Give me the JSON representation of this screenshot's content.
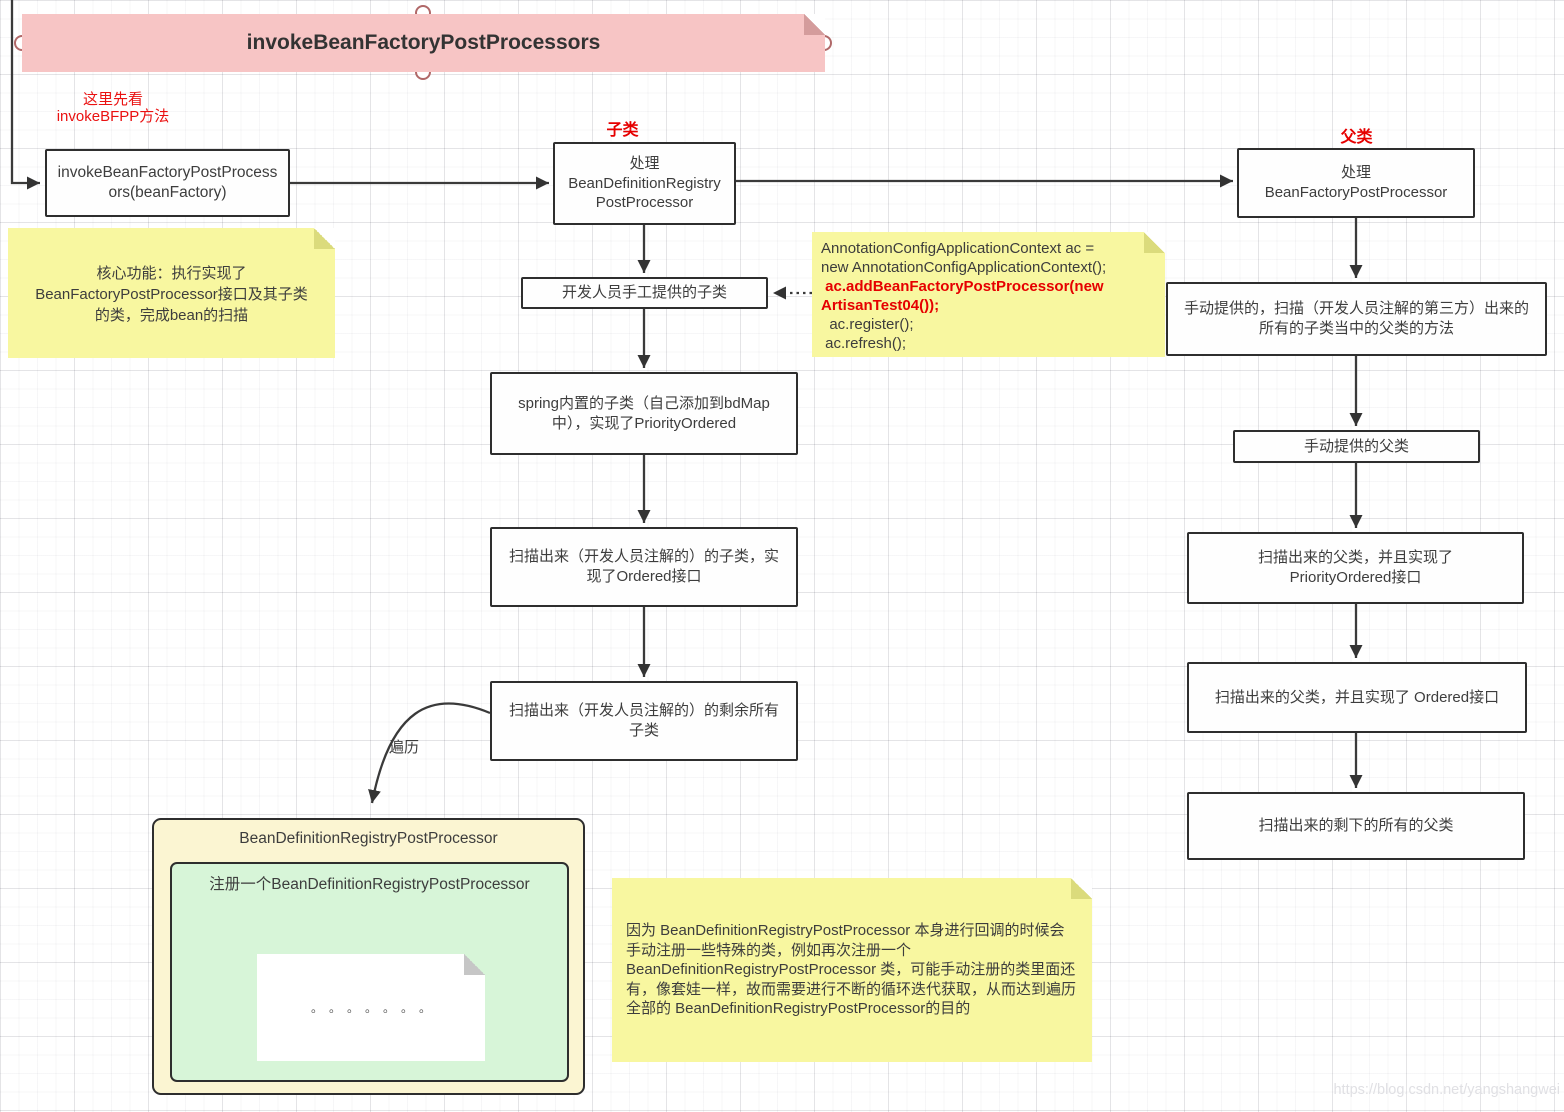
{
  "title": {
    "label": "invokeBeanFactoryPostProcessors"
  },
  "hint": {
    "text": "这里先看\ninvokeBFPP方法"
  },
  "labels": {
    "child": "子类",
    "parent": "父类",
    "traverse": "遍历"
  },
  "boxes": {
    "entry": "invokeBeanFactoryPostProcessors(beanFactory)",
    "child_head": "处理\nBeanDefinitionRegistryPostProcessor",
    "parent_head": "处理\nBeanFactoryPostProcessor",
    "manual_child": "开发人员手工提供的子类",
    "spring_child": "spring内置的子类（自己添加到bdMap中），实现了PriorityOrdered",
    "ordered_child": "扫描出来（开发人员注解的）的子类，实现了Ordered接口",
    "rest_child": "扫描出来（开发人员注解的）的剩余所有子类",
    "parent_desc": "手动提供的，扫描（开发人员注解的第三方）出来的所有的子类当中的父类的方法",
    "manual_parent": "手动提供的父类",
    "priority_parent": "扫描出来的父类，并且实现了\nPriorityOrdered接口",
    "ordered_parent": "扫描出来的父类，并且实现了 Ordered接口",
    "rest_parent": "扫描出来的剩下的所有的父类"
  },
  "notes": {
    "core": "核心功能：执行实现了\nBeanFactoryPostProcessor接口及其子类\n的类，完成bean的扫描",
    "code_black1": "AnnotationConfigApplicationContext ac =\nnew AnnotationConfigApplicationContext();",
    "code_red": " ac.addBeanFactoryPostProcessor(new\nArtisanTest04());",
    "code_black2": "  ac.register();\n ac.refresh();",
    "iterate": "因为 BeanDefinitionRegistryPostProcessor 本身进行回调的时候会手动注册一些特殊的类，例如再次注册一个 BeanDefinitionRegistryPostProcessor 类，可能手动注册的类里面还有，像套娃一样，故而需要进行不断的循环迭代获取，从而达到遍历全部的 BeanDefinitionRegistryPostProcessor的目的"
  },
  "container": {
    "title": "BeanDefinitionRegistryPostProcessor",
    "inner_title": "注册一个BeanDefinitionRegistryPostProcessor",
    "dots": "。。。。。。。"
  },
  "watermark": "https://blog.csdn.net/yangshangwei",
  "colors": {
    "title_bg": "#f7c5c5",
    "title_fold": "#d49c9c",
    "note_yellow": "#f8f7a0",
    "note_fold": "#dbdb7c",
    "container_cream": "#fbf5d2",
    "inner_green": "#d7f5d8",
    "accent_red": "#e60000",
    "box_border": "#2e2e2e",
    "text": "#3d3d3d",
    "watermark_gray": "#e0e0e4"
  }
}
